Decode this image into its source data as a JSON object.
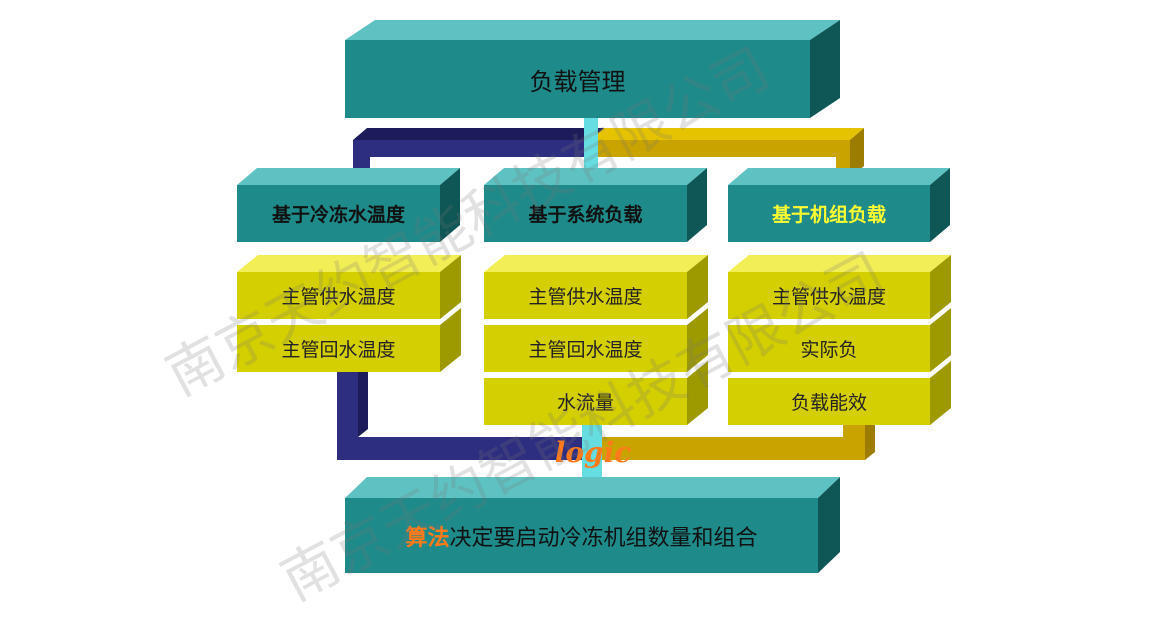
{
  "diagram": {
    "top_box": "负载管理",
    "columns": [
      {
        "header": "基于冷冻水温度",
        "items": [
          "主管供水温度",
          "主管回水温度"
        ]
      },
      {
        "header": "基于系统负载",
        "items": [
          "主管供水温度",
          "主管回水温度",
          "水流量"
        ]
      },
      {
        "header": "基于机组负载",
        "items": [
          "主管供水温度",
          "实际负",
          "负载能效"
        ]
      }
    ],
    "logic_label": "logic",
    "bottom_highlight": "算法",
    "bottom_text": "决定要启动冷冻机组数量和组合"
  },
  "watermark": {
    "text_1": "南京天约智能科技有限公司",
    "text_2": "南京天约智能科技有限公司"
  },
  "colors": {
    "teal": "#1f8a8a",
    "yellow": "#d4cf00",
    "navy": "#2b2b7d",
    "gold": "#c9a300",
    "cyan": "#66dde0",
    "orange": "#ff7a1a"
  }
}
